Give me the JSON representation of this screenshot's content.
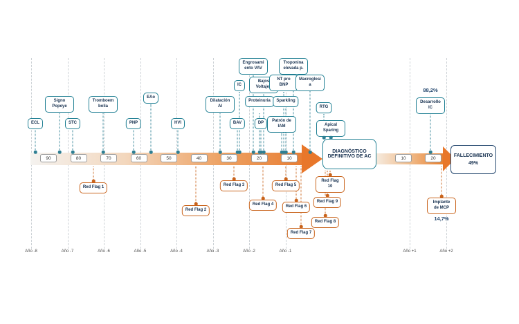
{
  "years": [
    "Año -8",
    "Año -7",
    "Año -6",
    "Año -5",
    "Año -4",
    "Año -3",
    "Año -2",
    "Año -1",
    "Año +1",
    "Año +2"
  ],
  "pre_markers": [
    "90",
    "80",
    "70",
    "60",
    "50",
    "40",
    "30",
    "20",
    "10"
  ],
  "post_markers": [
    "10",
    "20"
  ],
  "signs_above": [
    {
      "label": "ECL"
    },
    {
      "label": "Signo Popeye"
    },
    {
      "label": "STC"
    },
    {
      "label": "Tromboembolia"
    },
    {
      "label": "PNP"
    },
    {
      "label": "EAo"
    },
    {
      "label": "HVI"
    },
    {
      "label": "Dilatación AI"
    },
    {
      "label": "BAV"
    },
    {
      "label": "IC"
    },
    {
      "label": "Engrosamiento VAV"
    },
    {
      "label": "Bajos Voltajes"
    },
    {
      "label": "Proteinuria"
    },
    {
      "label": "DP"
    },
    {
      "label": "NT pro BNP"
    },
    {
      "label": "Patrón de IAM"
    },
    {
      "label": "Troponina elevada p."
    },
    {
      "label": "Sparkling"
    },
    {
      "label": "Macroglosia"
    },
    {
      "label": "RTG"
    },
    {
      "label": "Apical Sparing"
    }
  ],
  "red_flags": [
    {
      "label": "Red Flag 1"
    },
    {
      "label": "Red Flag 2"
    },
    {
      "label": "Red Flag 3"
    },
    {
      "label": "Red Flag 4"
    },
    {
      "label": "Red Flag 5"
    },
    {
      "label": "Red Flag 6"
    },
    {
      "label": "Red Flag 7"
    },
    {
      "label": "Red Flag 8"
    },
    {
      "label": "Red Flag 9"
    },
    {
      "label": "Red Flag 10"
    }
  ],
  "diagnosis": {
    "label": "DIAGNÓSTICO DEFINITIVO DE AC"
  },
  "death": {
    "label": "FALLECIMIENTO",
    "pct": "49%"
  },
  "ic_outcome": {
    "pct": "88,2%",
    "label": "Desarrollo IC"
  },
  "mcp_outcome": {
    "label": "Implante de MCP",
    "pct": "14,7%"
  },
  "colors": {
    "teal": "#1f7f93",
    "orange": "#c9631b",
    "arrow_orange": "#e8772a",
    "navy": "#24476e"
  }
}
